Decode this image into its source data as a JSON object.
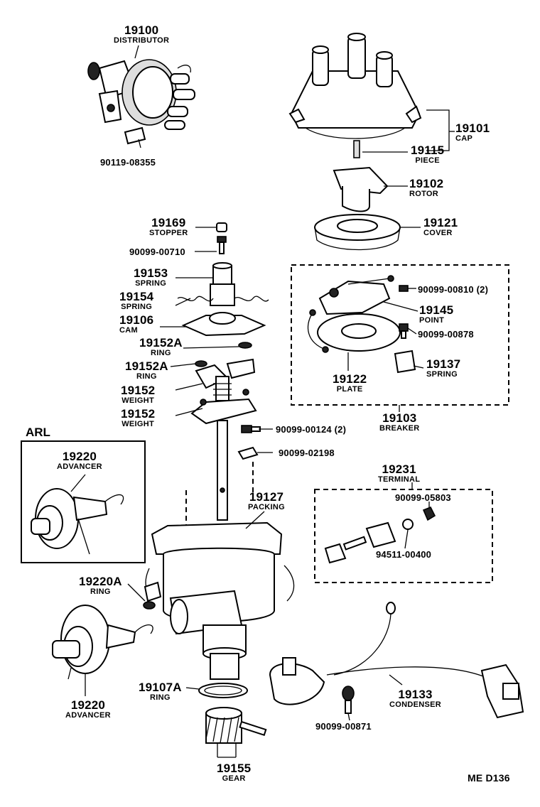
{
  "diagram_title": "ME D136",
  "parts": {
    "p19100": {
      "num": "19100",
      "name": "DISTRIBUTOR"
    },
    "p90119": {
      "num": "90119-08355"
    },
    "p19101": {
      "num": "19101",
      "name": "CAP"
    },
    "p19115": {
      "num": "19115",
      "name": "PIECE"
    },
    "p19102": {
      "num": "19102",
      "name": "ROTOR"
    },
    "p19121": {
      "num": "19121",
      "name": "COVER"
    },
    "p19169": {
      "num": "19169",
      "name": "STOPPER"
    },
    "p90099_00710": {
      "num": "90099-00710"
    },
    "p19153": {
      "num": "19153",
      "name": "SPRING"
    },
    "p19154": {
      "num": "19154",
      "name": "SPRING"
    },
    "p19106": {
      "num": "19106",
      "name": "CAM"
    },
    "p19152A_1": {
      "num": "19152A",
      "name": "RING"
    },
    "p19152A_2": {
      "num": "19152A",
      "name": "RING"
    },
    "p19152_1": {
      "num": "19152",
      "name": "WEIGHT"
    },
    "p19152_2": {
      "num": "19152",
      "name": "WEIGHT"
    },
    "p90099_00810": {
      "num": "90099-00810 (2)"
    },
    "p19145": {
      "num": "19145",
      "name": "POINT"
    },
    "p90099_00878": {
      "num": "90099-00878"
    },
    "p19137": {
      "num": "19137",
      "name": "SPRING"
    },
    "p19122": {
      "num": "19122",
      "name": "PLATE"
    },
    "p19103": {
      "num": "19103",
      "name": "BREAKER"
    },
    "p90099_00124": {
      "num": "90099-00124 (2)"
    },
    "p90099_02198": {
      "num": "90099-02198"
    },
    "p19231": {
      "num": "19231",
      "name": "TERMINAL"
    },
    "p90099_05803": {
      "num": "90099-05803"
    },
    "p94511": {
      "num": "94511-00400"
    },
    "p19127": {
      "num": "19127",
      "name": "PACKING"
    },
    "p19220_arl": {
      "num": "19220",
      "name": "ADVANCER"
    },
    "p19220A": {
      "num": "19220A",
      "name": "RING"
    },
    "p19220": {
      "num": "19220",
      "name": "ADVANCER"
    },
    "p19107A": {
      "num": "19107A",
      "name": "RING"
    },
    "p19133": {
      "num": "19133",
      "name": "CONDENSER"
    },
    "p90099_00871": {
      "num": "90099-00871"
    },
    "p19155": {
      "num": "19155",
      "name": "GEAR"
    }
  },
  "arl_box_title": "ARL"
}
